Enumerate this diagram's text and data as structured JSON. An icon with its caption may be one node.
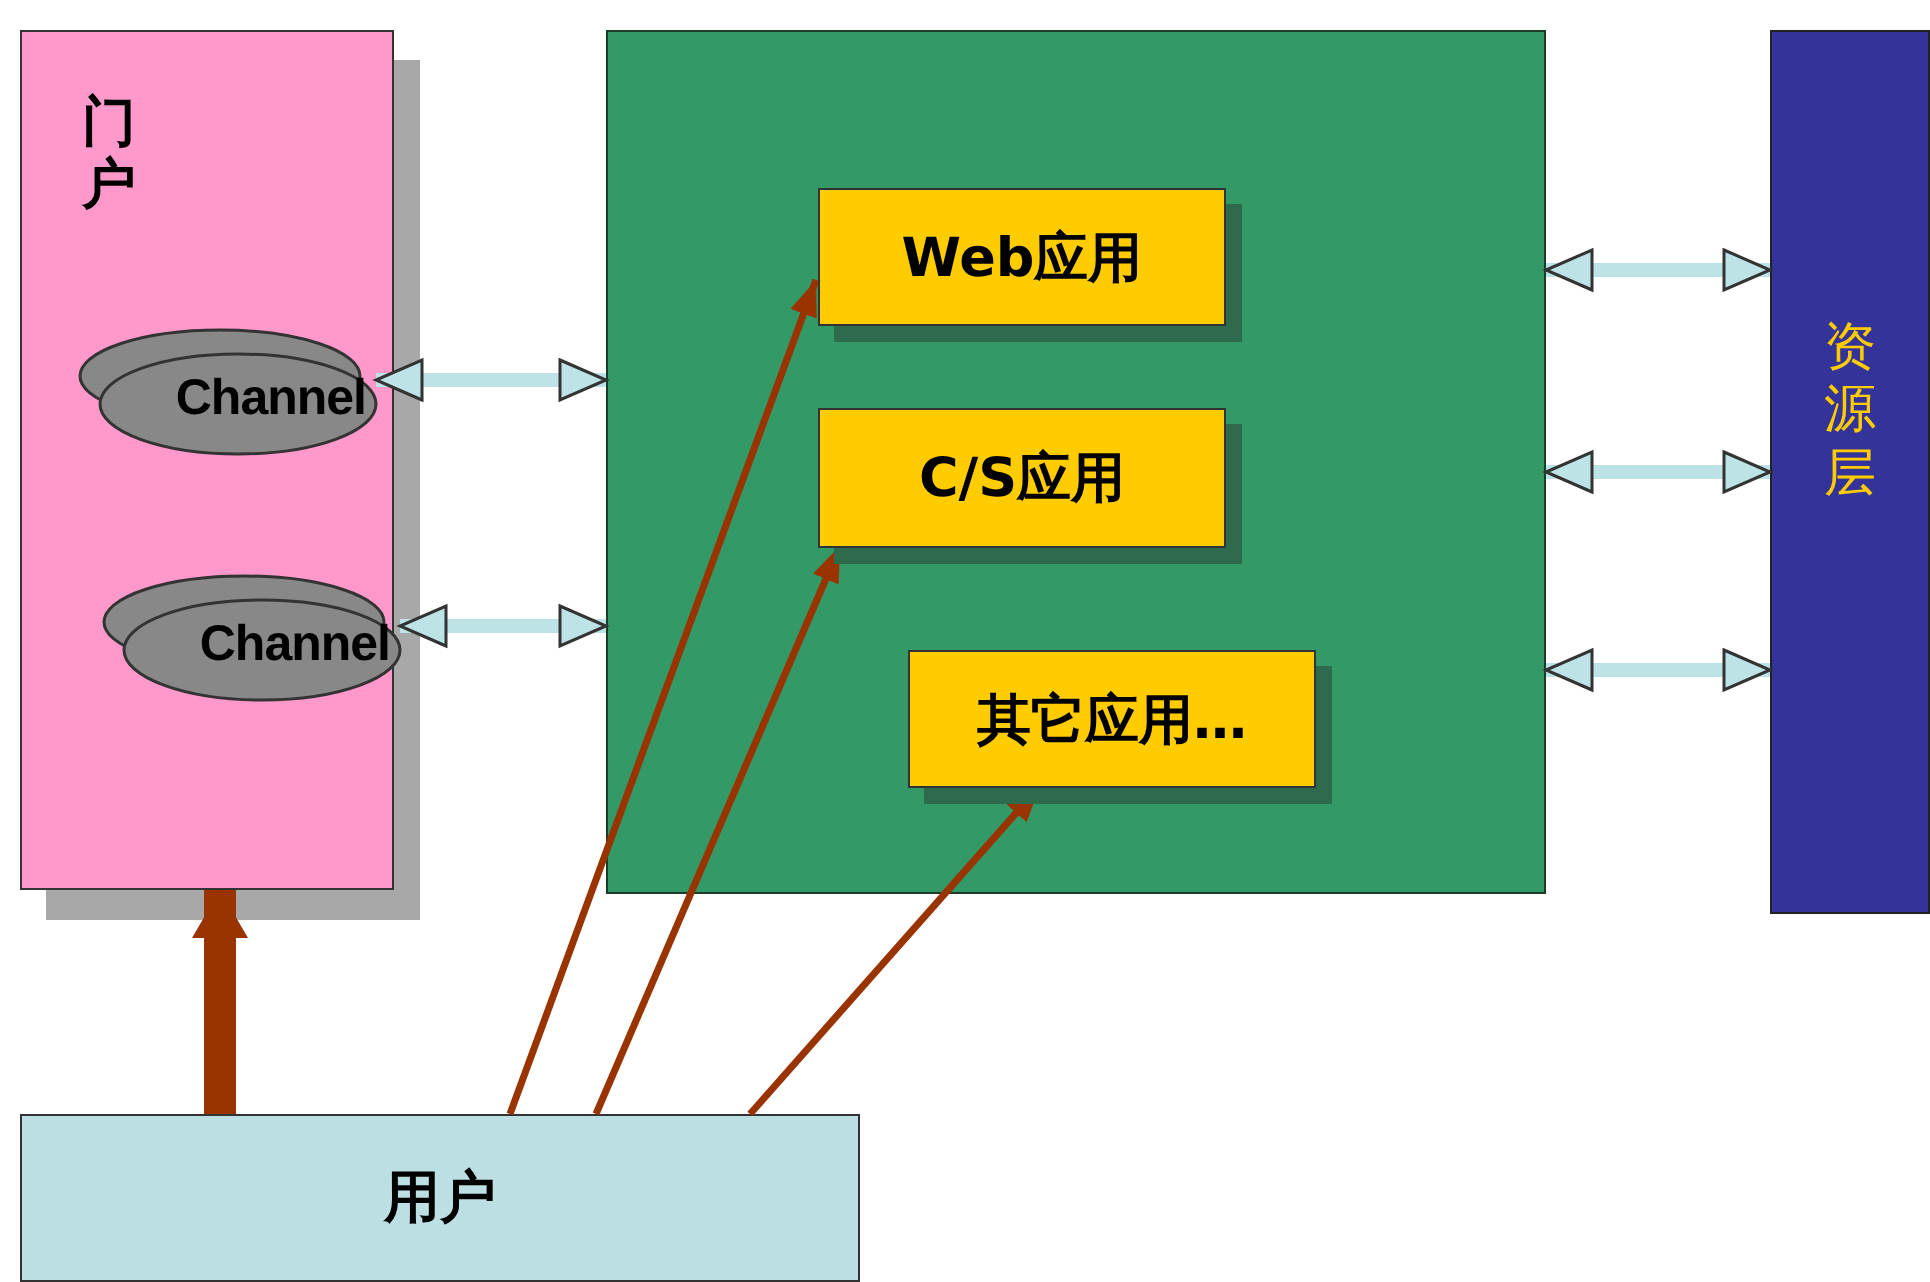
{
  "diagram": {
    "nodes": [
      {
        "text": [
          "门户"
        ]
      },
      {
        "text": [
          "Channel"
        ],
        "in": 0
      },
      {
        "text": [
          "Channel"
        ],
        "in": 0
      },
      {
        "text": [],
        "shape": "box"
      },
      {
        "text": [
          "Web应用"
        ],
        "in": 3
      },
      {
        "text": [
          "C/S应用"
        ],
        "in": 3
      },
      {
        "text": [
          "其它应用…"
        ],
        "in": 3
      },
      {
        "text": [
          "资源层"
        ]
      },
      {
        "text": [
          "用户"
        ]
      }
    ],
    "edges": [
      {
        "from": 1,
        "to": 3,
        "arrow": "both",
        "color": "#bde3e6"
      },
      {
        "from": 2,
        "to": 3,
        "arrow": "both",
        "color": "#bde3e6"
      },
      {
        "from": 3,
        "to": 7,
        "arrow": "both",
        "color": "#bde3e6"
      },
      {
        "from": 3,
        "to": 7,
        "arrow": "both",
        "color": "#bde3e6"
      },
      {
        "from": 3,
        "to": 7,
        "arrow": "both",
        "color": "#bde3e6"
      },
      {
        "from": 8,
        "to": 0,
        "arrow": "to",
        "style": "thick",
        "color": "#993300"
      },
      {
        "from": 8,
        "to": 4,
        "arrow": "to",
        "color": "#993300"
      },
      {
        "from": 8,
        "to": 5,
        "arrow": "to",
        "color": "#993300"
      },
      {
        "from": 8,
        "to": 6,
        "arrow": "to",
        "color": "#993300"
      }
    ]
  }
}
